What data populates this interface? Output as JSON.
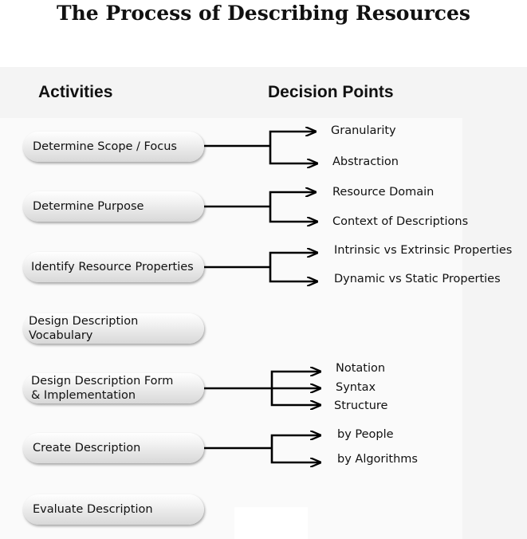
{
  "title": "The Process of Describing Resources",
  "headings": {
    "activities": "Activities",
    "decision_points": "Decision Points"
  },
  "activities": [
    {
      "label": "Determine Scope / Focus",
      "decisions": [
        "Granularity",
        "Abstraction"
      ]
    },
    {
      "label": "Determine Purpose",
      "decisions": [
        "Resource Domain",
        "Context of Descriptions"
      ]
    },
    {
      "label": "Identify Resource Properties",
      "decisions": [
        "Intrinsic vs Extrinsic Properties",
        "Dynamic vs Static Properties"
      ]
    },
    {
      "label": "Design Description Vocabulary",
      "decisions": []
    },
    {
      "label": "Design Description Form\n& Implementation",
      "decisions": [
        "Notation",
        "Syntax",
        "Structure"
      ]
    },
    {
      "label": "Create Description",
      "decisions": [
        "by People",
        "by Algorithms"
      ]
    },
    {
      "label": "Evaluate Description",
      "decisions": []
    }
  ],
  "colors": {
    "line": "#000000",
    "pill_top": "#ffffff",
    "pill_bottom": "#d8d8d8"
  }
}
